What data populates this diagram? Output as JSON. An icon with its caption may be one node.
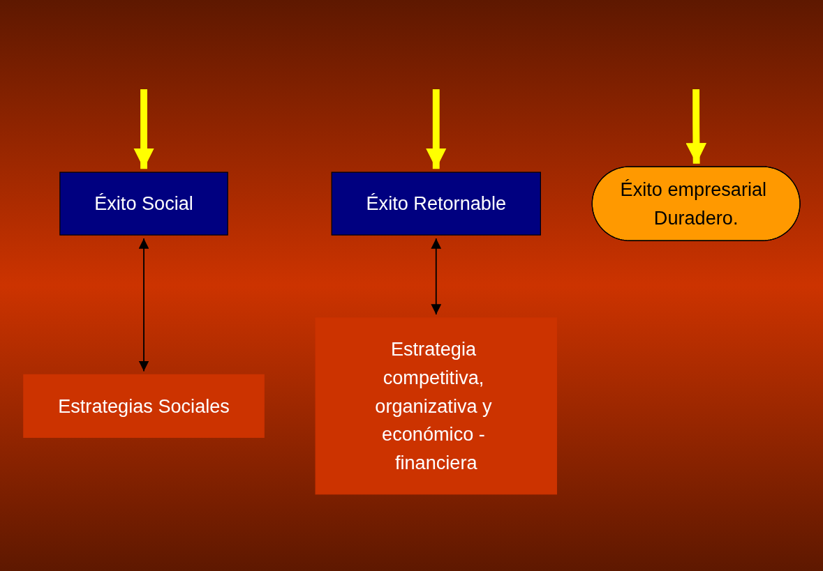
{
  "diagram": {
    "nodes": [
      {
        "text": [
          "Éxito Social"
        ]
      },
      {
        "text": [
          "Éxito Retornable"
        ]
      },
      {
        "text": [
          "Éxito empresarial Duradero."
        ]
      },
      {
        "text": [
          "Estrategias Sociales"
        ]
      },
      {
        "text": [
          "Estrategia competitiva, organizativa y económico - financiera"
        ]
      }
    ],
    "edges": [
      {
        "from": null,
        "to": 0,
        "arrow": "to"
      },
      {
        "from": null,
        "to": 1,
        "arrow": "to"
      },
      {
        "from": null,
        "to": 2,
        "arrow": "to"
      },
      {
        "from": 0,
        "to": 3,
        "arrow": "both",
        "color": "#000000"
      },
      {
        "from": 1,
        "to": 4,
        "arrow": "both",
        "color": "#000000"
      }
    ]
  }
}
